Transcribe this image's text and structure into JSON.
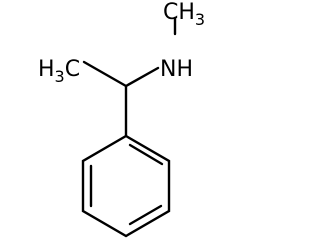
{
  "molecule": {
    "labels": {
      "methyl_top": {
        "main": "CH",
        "sub": "3"
      },
      "amine": {
        "main": "NH"
      },
      "methyl_left": {
        "main": "H",
        "sub": "3",
        "tail": "C"
      }
    }
  }
}
